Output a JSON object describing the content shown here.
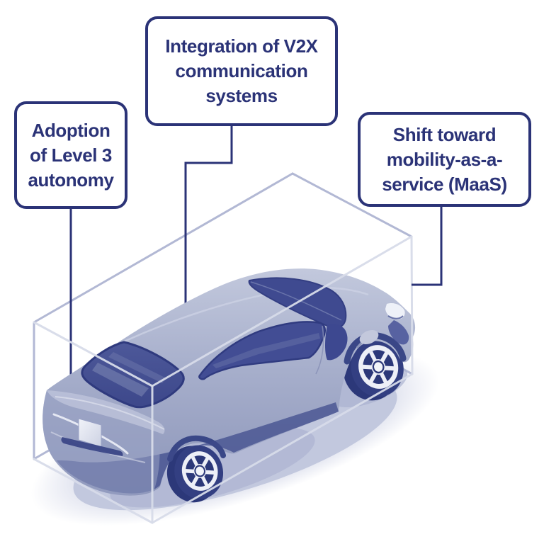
{
  "diagram_title": "Car inside transparent box with three trend callouts",
  "theme": {
    "colors": {
      "navy": "#2b3377",
      "cube-back": "#b2b8d4",
      "cube-front": "#d7dbe9",
      "shadow": "#c6cbe1",
      "bg": "#ffffff"
    },
    "car_colors": {
      "body": "#a7afcc",
      "glass": "#46519a",
      "tire": "#2c3879",
      "rim": "#edeff7"
    }
  },
  "callouts": [
    {
      "id": "level3-autonomy",
      "label": "Adoption of Level 3 autonomy",
      "lines": [
        "Adoption",
        "of Level 3",
        "autonomy"
      ]
    },
    {
      "id": "v2x",
      "label": "Integration of V2X communication systems",
      "lines": [
        "Integration of V2X",
        "communication",
        "systems"
      ]
    },
    {
      "id": "maas",
      "label": "Shift toward mobility-as-a-service (MaaS)",
      "lines": [
        "Shift toward",
        "mobility-as-a-",
        "service (MaaS)"
      ]
    }
  ],
  "illustration": {
    "subject": "sedan car enclosed in transparent wireframe box",
    "elements": [
      "wireframe-box",
      "sedan-car",
      "ground-shadow",
      "connector-lines"
    ]
  }
}
